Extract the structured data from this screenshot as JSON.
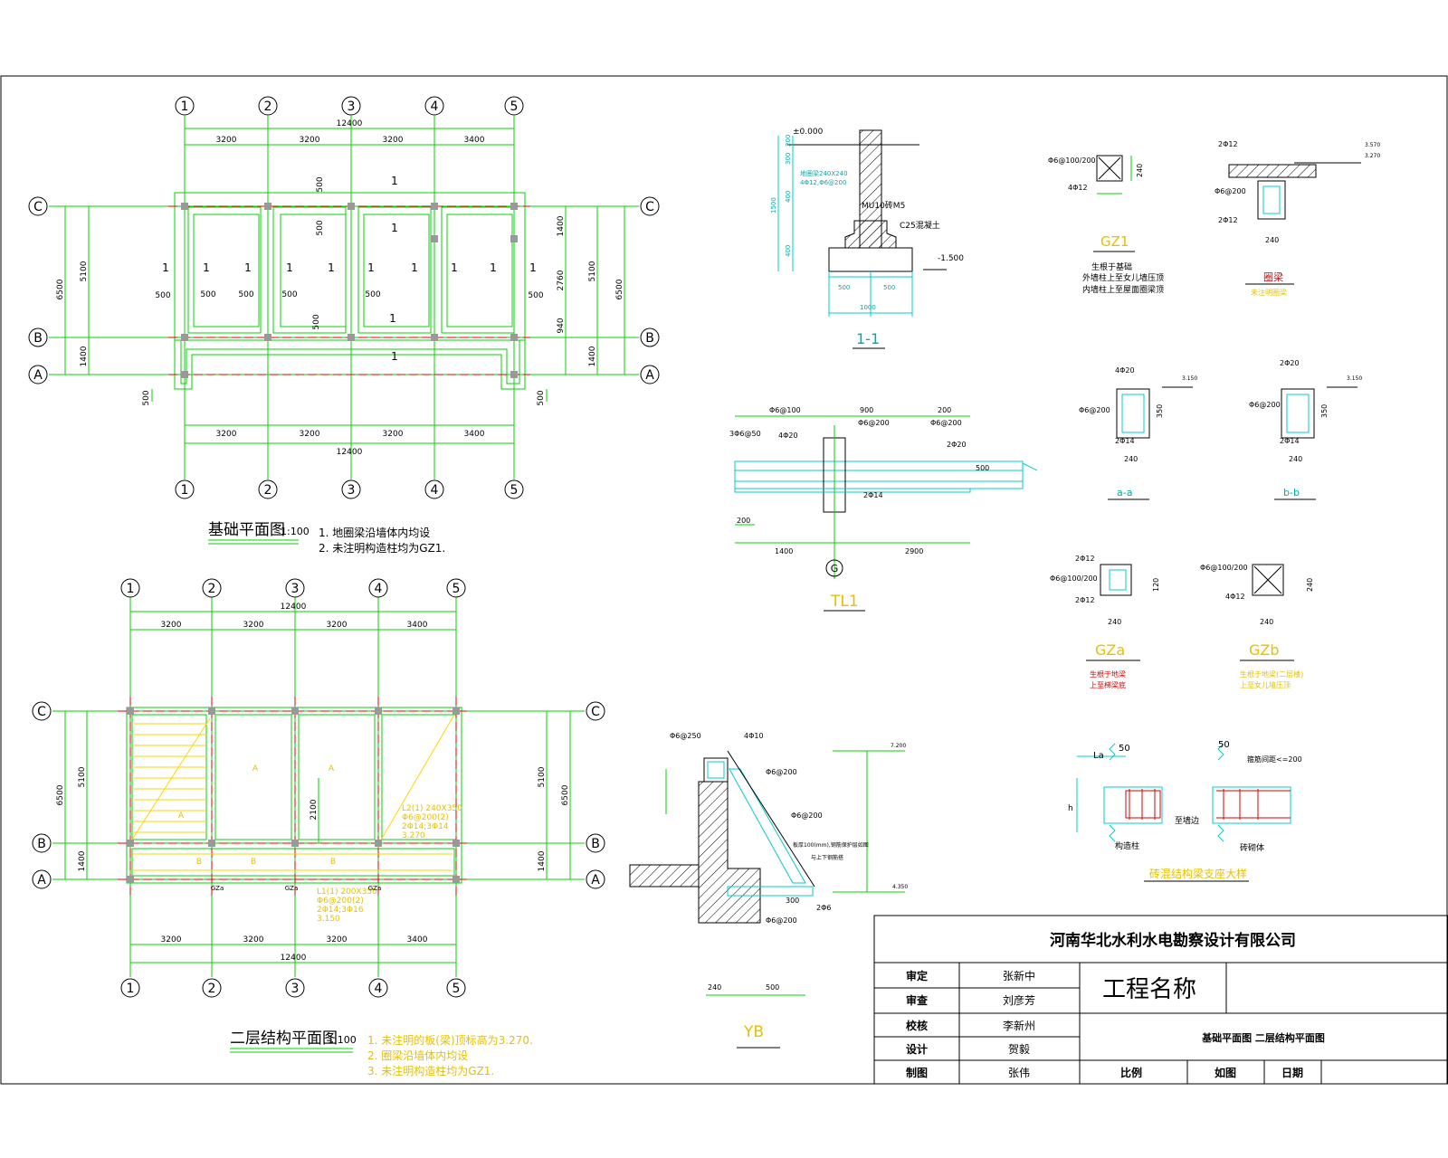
{
  "plan1": {
    "title": "基础平面图",
    "scale": "1:100",
    "notes": [
      "1. 地圈梁沿墙体内均设",
      "2. 未注明构造柱均为GZ1."
    ],
    "axes_x": [
      "1",
      "2",
      "3",
      "4",
      "5"
    ],
    "axes_y": [
      "C",
      "B",
      "A"
    ],
    "spans": [
      "3200",
      "3200",
      "3200",
      "3400"
    ],
    "total": "12400",
    "dims_y_outer": "6500",
    "dims_y": [
      "5100",
      "1400"
    ],
    "dims_y_right": [
      "1400",
      "2760",
      "940",
      "1400"
    ],
    "misc_dims": [
      "500",
      "500",
      "500",
      "500",
      "500",
      "500",
      "500",
      "500",
      "500",
      "500",
      "500"
    ],
    "section_mark": "1"
  },
  "plan2": {
    "title": "二层结构平面图",
    "scale": "1:100",
    "notes": [
      "1. 未注明的板(梁)顶标高为3.270.",
      "2. 圈梁沿墙体内均设",
      "3. 未注明构造柱均为GZ1."
    ],
    "axes_x": [
      "1",
      "2",
      "3",
      "4",
      "5"
    ],
    "axes_y": [
      "C",
      "B",
      "A"
    ],
    "spans": [
      "3200",
      "3200",
      "3200",
      "3400"
    ],
    "total": "12400",
    "dims_y_outer": "6500",
    "dims_y": [
      "5100",
      "1400"
    ],
    "mid_dim": "2100",
    "beam_l2": [
      "L2(1)  240X350",
      "Φ6@200(2)",
      "2Φ14;3Φ14",
      "3.270"
    ],
    "beam_l1": [
      "L1(1)  200X350",
      "Φ6@200(2)",
      "2Φ14;3Φ16",
      "3.150"
    ],
    "gz_labels": [
      "GZa",
      "GZa",
      "GZa"
    ],
    "slab_labels": [
      "A",
      "A",
      "A",
      "B",
      "B",
      "B"
    ]
  },
  "section11": {
    "title": "1-1",
    "elev_top": "±0.000",
    "elev_bottom": "-1.500",
    "concrete": "C25混凝土",
    "beam_note": "地圈梁240X240",
    "beam_rebar": "4Φ12,Φ6@200",
    "wall_note": "MU10砖M5",
    "dims": [
      "500",
      "500",
      "1000",
      "1500",
      "200",
      "300",
      "400",
      "400"
    ]
  },
  "tl1": {
    "title": "TL1",
    "axis": "G",
    "rebar": [
      "Φ6@100",
      "3Φ6@50",
      "4Φ20",
      "Φ6@200",
      "Φ6@200",
      "2Φ20",
      "2Φ14"
    ],
    "dims": [
      "1400",
      "2900",
      "900",
      "200",
      "200",
      "500"
    ]
  },
  "gz1": {
    "title": "GZ1",
    "rebar": [
      "Φ6@100/200",
      "4Φ12"
    ],
    "dim": "240",
    "notes": [
      "生根于基础",
      "外墙柱上至女儿墙压顶",
      "内墙柱上至屋面圈梁顶"
    ]
  },
  "ql": {
    "title": "圈梁",
    "sub": "未注明圈梁",
    "rebar": [
      "2Φ12",
      "Φ6@200",
      "2Φ12"
    ],
    "elev": [
      "3.570",
      "3.270"
    ],
    "dim": "240"
  },
  "sec_a": {
    "title": "a-a",
    "rebar": [
      "4Φ20",
      "Φ6@200",
      "2Φ14"
    ],
    "elev": "3.150",
    "dims": [
      "240",
      "350"
    ]
  },
  "sec_b": {
    "title": "b-b",
    "rebar": [
      "2Φ20",
      "Φ6@200",
      "2Φ14"
    ],
    "elev": "3.150",
    "dims": [
      "240",
      "350"
    ]
  },
  "gza": {
    "title": "GZa",
    "rebar": [
      "2Φ12",
      "Φ6@100/200",
      "2Φ12"
    ],
    "dims": [
      "240",
      "120"
    ],
    "notes": [
      "生根于地梁",
      "上至梯梁底"
    ]
  },
  "gzb": {
    "title": "GZb",
    "rebar": [
      "Φ6@100/200",
      "4Φ12"
    ],
    "dims": [
      "240",
      "240"
    ],
    "notes": [
      "生根于地梁(二层楼)",
      "上至女儿墙压顶"
    ]
  },
  "joint": {
    "title": "砖混结构梁支座大样",
    "labels": [
      "La",
      "50",
      "50",
      "箍筋间距<=200",
      "至墙边",
      "构造柱",
      "砖砌体",
      "h"
    ]
  },
  "yb": {
    "title": "YB",
    "rebar": [
      "Φ6@250",
      "4Φ10",
      "Φ6@200",
      "Φ6@200",
      "Φ6@200",
      "2Φ6"
    ],
    "elev": [
      "7.200",
      "4.350"
    ],
    "notes": [
      "板厚100(mm),钢筋保护层如图",
      "与上下钢筋搭"
    ],
    "dims": [
      "240",
      "500",
      "300"
    ]
  },
  "titleblock": {
    "company": "河南华北水利水电勘察设计有限公司",
    "project_label": "工程名称",
    "drawing": "基础平面图  二层结构平面图",
    "roles": [
      "审定",
      "审查",
      "校核",
      "设计",
      "制图"
    ],
    "names": [
      "张新中",
      "刘彦芳",
      "李新州",
      "贺毅",
      "张伟"
    ],
    "bottom": [
      "比例",
      "如图",
      "日期"
    ]
  }
}
